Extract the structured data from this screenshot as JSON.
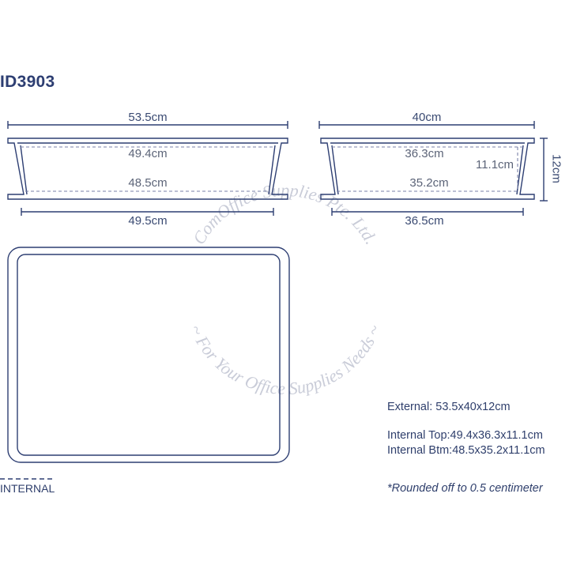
{
  "product": {
    "code": "ID3903"
  },
  "side_view_long": {
    "top_width": "53.5cm",
    "internal_top": "49.4cm",
    "internal_bottom": "48.5cm",
    "bottom_width": "49.5cm"
  },
  "side_view_short": {
    "top_width": "40cm",
    "internal_top": "36.3cm",
    "internal_depth": "11.1cm",
    "internal_bottom": "35.2cm",
    "bottom_width": "36.5cm",
    "height": "12cm"
  },
  "specs": {
    "external": "External: 53.5x40x12cm",
    "internal_top": "Internal Top:49.4x36.3x11.1cm",
    "internal_bottom": "Internal Btm:48.5x35.2x11.1cm",
    "note": "*Rounded off to 0.5 centimeter"
  },
  "legend": {
    "internal_label": "INTERNAL"
  },
  "watermark": {
    "line1": "ComOffice Supplies Pte. Ltd.",
    "line2": "~ For Your Office Supplies Needs ~"
  },
  "colors": {
    "outline": "#2d3e72",
    "dashed": "#7a82a8",
    "watermark": "#c9ccd8"
  }
}
